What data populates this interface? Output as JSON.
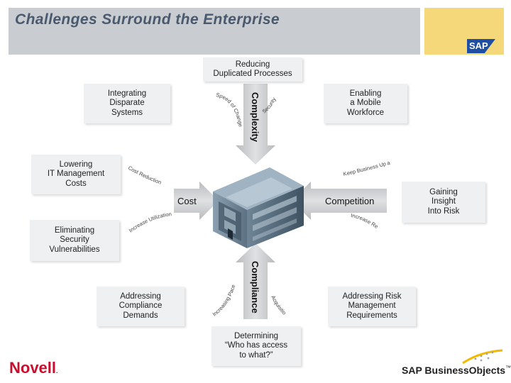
{
  "header": {
    "title": "Challenges Surround the Enterprise"
  },
  "logos": {
    "sap": "SAP",
    "novell": "Novell",
    "novell_mark": ".",
    "business_objects": "SAP BusinessObjects",
    "business_objects_mark": "™"
  },
  "boxes": {
    "reducing": "Reducing\nDuplicated Processes",
    "integrating": "Integrating\nDisparate\nSystems",
    "enabling": "Enabling\na Mobile\nWorkforce",
    "lowering": "Lowering\nIT Management\nCosts",
    "gaining": "Gaining\nInsight\nInto Risk",
    "eliminating": "Eliminating\nSecurity\nVulnerabilities",
    "addressing_compliance": "Addressing\nCompliance\nDemands",
    "addressing_risk": "Addressing Risk\nManagement\nRequirements",
    "determining": "Determining\n“Who has access\nto what?”"
  },
  "forces": {
    "complexity": "Complexity",
    "compliance": "Compliance",
    "cost": "Cost",
    "competition": "Competition"
  },
  "curved_labels": {
    "speed_of_change": "Speed of Change",
    "security": "Security",
    "cost_reduction": "Cost Reduction",
    "keep_business_up": "Keep Business Up and Running",
    "increase_utilization": "Increase Utilization",
    "increase_responsiveness": "Increase Responsiveness",
    "increasing_pace": "Increasing Pace of Regulation",
    "acquisitions": "Acquisitions"
  },
  "colors": {
    "arrow": "#c8c9cc",
    "box": "#eef0f2",
    "header": "#c9ccd1",
    "sap_tile": "#f5d87a",
    "novell_red": "#c8102e",
    "title": "#4a5a6e"
  }
}
